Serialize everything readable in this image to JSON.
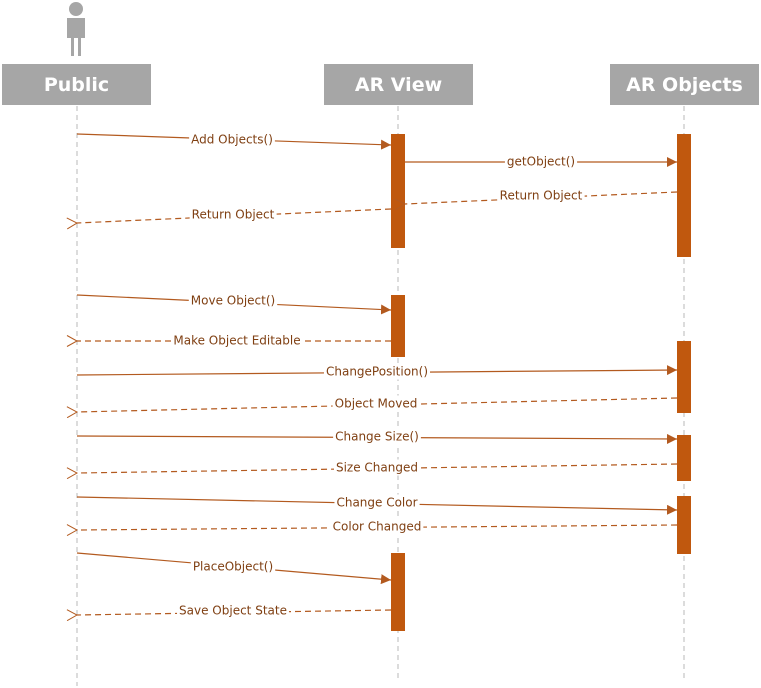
{
  "colors": {
    "header_fill": "#a6a6a6",
    "header_text": "#ffffff",
    "actor_fill": "#a6a6a6",
    "lifeline": "#b8b8b8",
    "activation": "#c0580e",
    "activation_stroke": "#9a4409",
    "message": "#b35a1f",
    "message_text": "#7f3f12"
  },
  "actor": {
    "icon": "person-icon"
  },
  "participants": [
    {
      "id": "public",
      "label": "Public"
    },
    {
      "id": "arview",
      "label": "AR View"
    },
    {
      "id": "arobjects",
      "label": "AR Objects"
    }
  ],
  "messages": [
    {
      "label": "Add Objects()",
      "from": "public",
      "to": "arview",
      "type": "call"
    },
    {
      "label": "getObject()",
      "from": "arview",
      "to": "arobjects",
      "type": "call"
    },
    {
      "label": "Return Object",
      "from": "arobjects",
      "to": "arview",
      "type": "return"
    },
    {
      "label": "Return Object",
      "from": "arview",
      "to": "public",
      "type": "return"
    },
    {
      "label": "Move Object()",
      "from": "public",
      "to": "arview",
      "type": "call"
    },
    {
      "label": "Make Object Editable",
      "from": "arview",
      "to": "public",
      "type": "return"
    },
    {
      "label": "ChangePosition()",
      "from": "public",
      "to": "arobjects",
      "type": "call"
    },
    {
      "label": "Object Moved",
      "from": "arobjects",
      "to": "public",
      "type": "return"
    },
    {
      "label": "Change Size()",
      "from": "public",
      "to": "arobjects",
      "type": "call"
    },
    {
      "label": "Size Changed",
      "from": "arobjects",
      "to": "public",
      "type": "return"
    },
    {
      "label": "Change Color",
      "from": "public",
      "to": "arobjects",
      "type": "call"
    },
    {
      "label": "Color Changed",
      "from": "arobjects",
      "to": "public",
      "type": "return"
    },
    {
      "label": "PlaceObject()",
      "from": "public",
      "to": "arview",
      "type": "call"
    },
    {
      "label": "Save Object State",
      "from": "arview",
      "to": "public",
      "type": "return"
    }
  ]
}
